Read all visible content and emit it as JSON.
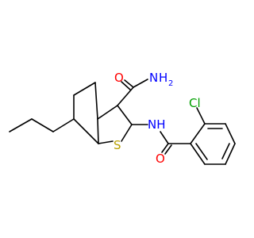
{
  "molecule": {
    "colors": {
      "bond": "#000000",
      "oxygen": "#ff0000",
      "nitrogen": "#0000ff",
      "sulfur": "#b8a000",
      "chlorine": "#00a000"
    },
    "labels": {
      "amide_oxygen": "O",
      "amide_nitrogen": "N",
      "amide_h": "H",
      "amide_h_count": "2",
      "linker_nh": "NH",
      "thiophene_sulfur": "S",
      "chlorine": "Cl",
      "benzoyl_oxygen": "O"
    }
  }
}
